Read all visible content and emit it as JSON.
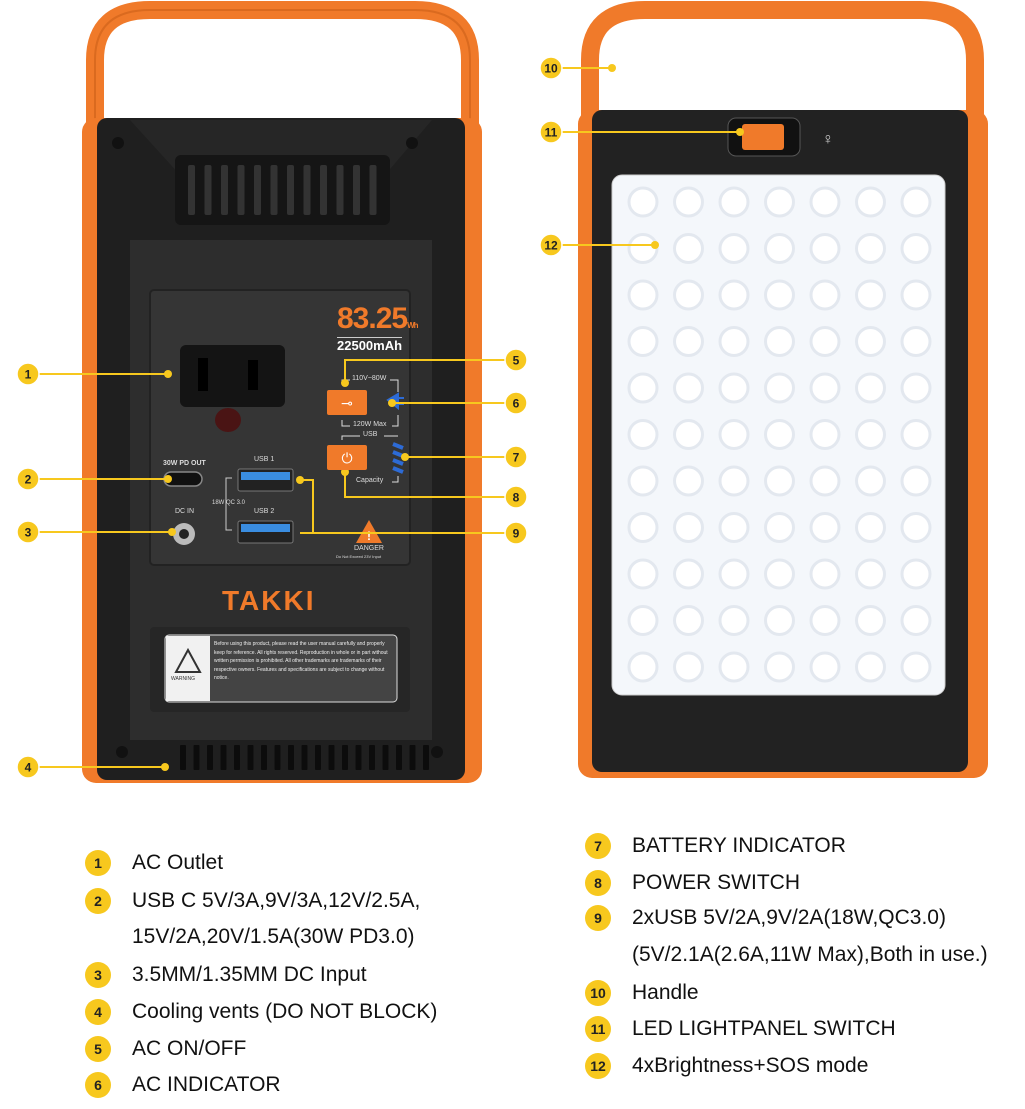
{
  "device": {
    "capacity_wh": "83.25",
    "capacity_wh_unit": "Wh",
    "capacity_mah": "22500mAh",
    "ac_rating_top": "110V~80W",
    "ac_rating_bottom": "120W Max",
    "usb_label": "USB",
    "capacity_label": "Capacity",
    "pd_label": "30W PD OUT",
    "dc_label": "DC IN",
    "usb1_label": "USB 1",
    "usb2_label": "USB 2",
    "qc_label": "18W QC 3.0",
    "danger_label": "DANGER",
    "danger_sub": "Do Not Exceed 23V Input",
    "brand": "TAKKI",
    "warning_label": "WARNING",
    "warning_text": "Before using this product, please read the user manual carefully and properly keep for reference. All rights reserved. Reproduction in whole or in part without written permission is prohibited. All other trademarks are trademarks of their respective owners. Features and specifications are subject to change without notice."
  },
  "callouts": [
    "1",
    "2",
    "3",
    "4",
    "5",
    "6",
    "7",
    "8",
    "9",
    "10",
    "11",
    "12"
  ],
  "legend_left": [
    {
      "num": "1",
      "text": "AC Outlet"
    },
    {
      "num": "2",
      "text": "USB C 5V/3A,9V/3A,12V/2.5A,",
      "cont": "15V/2A,20V/1.5A(30W PD3.0)"
    },
    {
      "num": "3",
      "text": "3.5MM/1.35MM DC Input"
    },
    {
      "num": "4",
      "text": "Cooling vents (DO NOT BLOCK)"
    },
    {
      "num": "5",
      "text": "AC ON/OFF"
    },
    {
      "num": "6",
      "text": "AC INDICATOR"
    }
  ],
  "legend_right": [
    {
      "num": "7",
      "text": "BATTERY INDICATOR"
    },
    {
      "num": "8",
      "text": "POWER SWITCH"
    },
    {
      "num": "9",
      "text": "2xUSB 5V/2A,9V/2A(18W,QC3.0)",
      "cont": "(5V/2.1A(2.6A,11W Max),Both in use.)"
    },
    {
      "num": "10",
      "text": "Handle"
    },
    {
      "num": "11",
      "text": "LED LIGHTPANEL SWITCH"
    },
    {
      "num": "12",
      "text": "4xBrightness+SOS mode"
    }
  ],
  "colors": {
    "orange": "#f07a2a",
    "body": "#2b2b2b",
    "callout": "#f7c81e"
  }
}
